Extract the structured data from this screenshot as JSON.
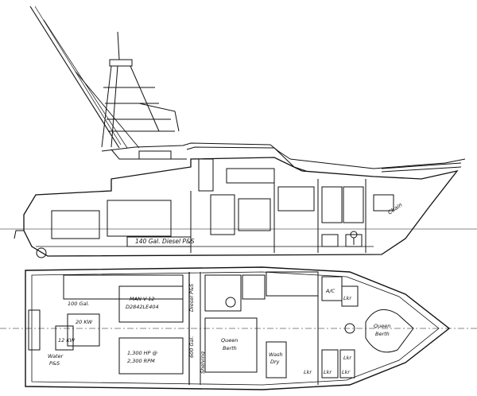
{
  "profile": {
    "tank_label": "140 Gal. Diesel P&S",
    "chain_label": "Chain"
  },
  "plan": {
    "engine_label": "MAN V-12",
    "engine_model": "D2842LE404",
    "power_label": "1,300 HP @",
    "rpm_label": "2,300 RPM",
    "generator_20": "20 KW",
    "generator_12": "12 KW",
    "tank_100": "100 Gal.",
    "water_label": "Water",
    "water_ps": "P&S",
    "diesel_label": "Diesel P&S",
    "gal_600": "600 Gal.",
    "shelving": "Shelving",
    "queen_berth_mid_1": "Queen",
    "queen_berth_mid_2": "Berth",
    "wash_label": "Wash",
    "dry_label": "Dry",
    "ac_label": "A/C",
    "lkr_1": "Lkr",
    "lkr_2": "Lkr",
    "lkr_3": "Lkr",
    "lkr_4": "Lkr",
    "lkr_5": "Lkr",
    "queen_berth_fwd_1": "Queen",
    "queen_berth_fwd_2": "Berth"
  }
}
